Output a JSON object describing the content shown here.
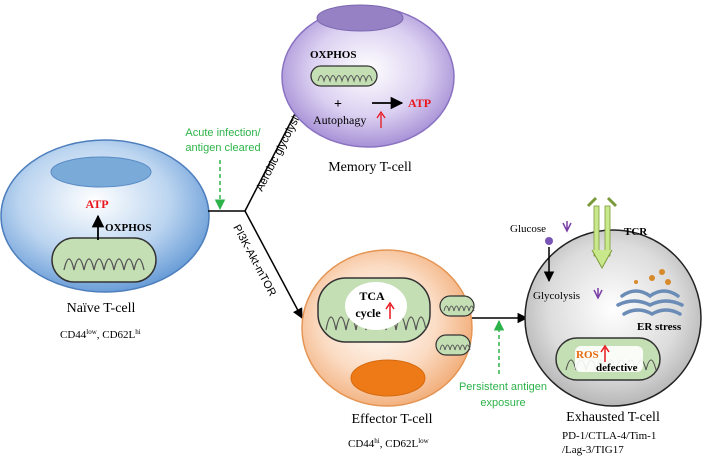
{
  "naive": {
    "atp": "ATP",
    "oxphos": "OXPHOS",
    "name": "Naïve T-cell",
    "marker_cd44": "CD44",
    "marker_cd44_sup": "low",
    "marker_cd62l": ", CD62L",
    "marker_cd62l_sup": "hi"
  },
  "memory": {
    "oxphos": "OXPHOS",
    "plus": "+",
    "autophagy": "Autophagy",
    "atp": "ATP",
    "name": "Memory  T-cell"
  },
  "effector": {
    "tca_line1": "TCA",
    "tca_line2": "cycle",
    "name": "Effector  T-cell",
    "marker_cd44": "CD44",
    "marker_cd44_sup": "hi",
    "marker_cd62l": ", CD62L",
    "marker_cd62l_sup": "low"
  },
  "exhausted": {
    "glucose": "Glucose",
    "tcr": "TCR",
    "glycolysis": "Glycolysis",
    "er_stress": "ER stress",
    "ros": "ROS",
    "defective": "defective",
    "name": "Exhausted T-cell",
    "markers_line1": "PD-1/CTLA-4/Tim-1",
    "markers_line2": "/Lag-3/TIG17"
  },
  "pathways": {
    "acute_line1": "Acute infection/",
    "acute_line2": "antigen cleared",
    "aerobic": "Aerobic glycolysis",
    "pi3k": "PI3K-Akt-mTOR",
    "persistent_line1": "Persistent antigen",
    "persistent_line2": "exposure"
  },
  "colors": {
    "naive_cell": "#6fa3dc",
    "memory_cell": "#a58fd6",
    "effector_cell": "#f4b07a",
    "exhausted_cell": "#b5b5b5",
    "mito_fill": "#c5dfb4",
    "green_dashed": "#2db34a",
    "red": "#e8161c",
    "purple": "#7a3fa6",
    "orange": "#e86a10"
  }
}
